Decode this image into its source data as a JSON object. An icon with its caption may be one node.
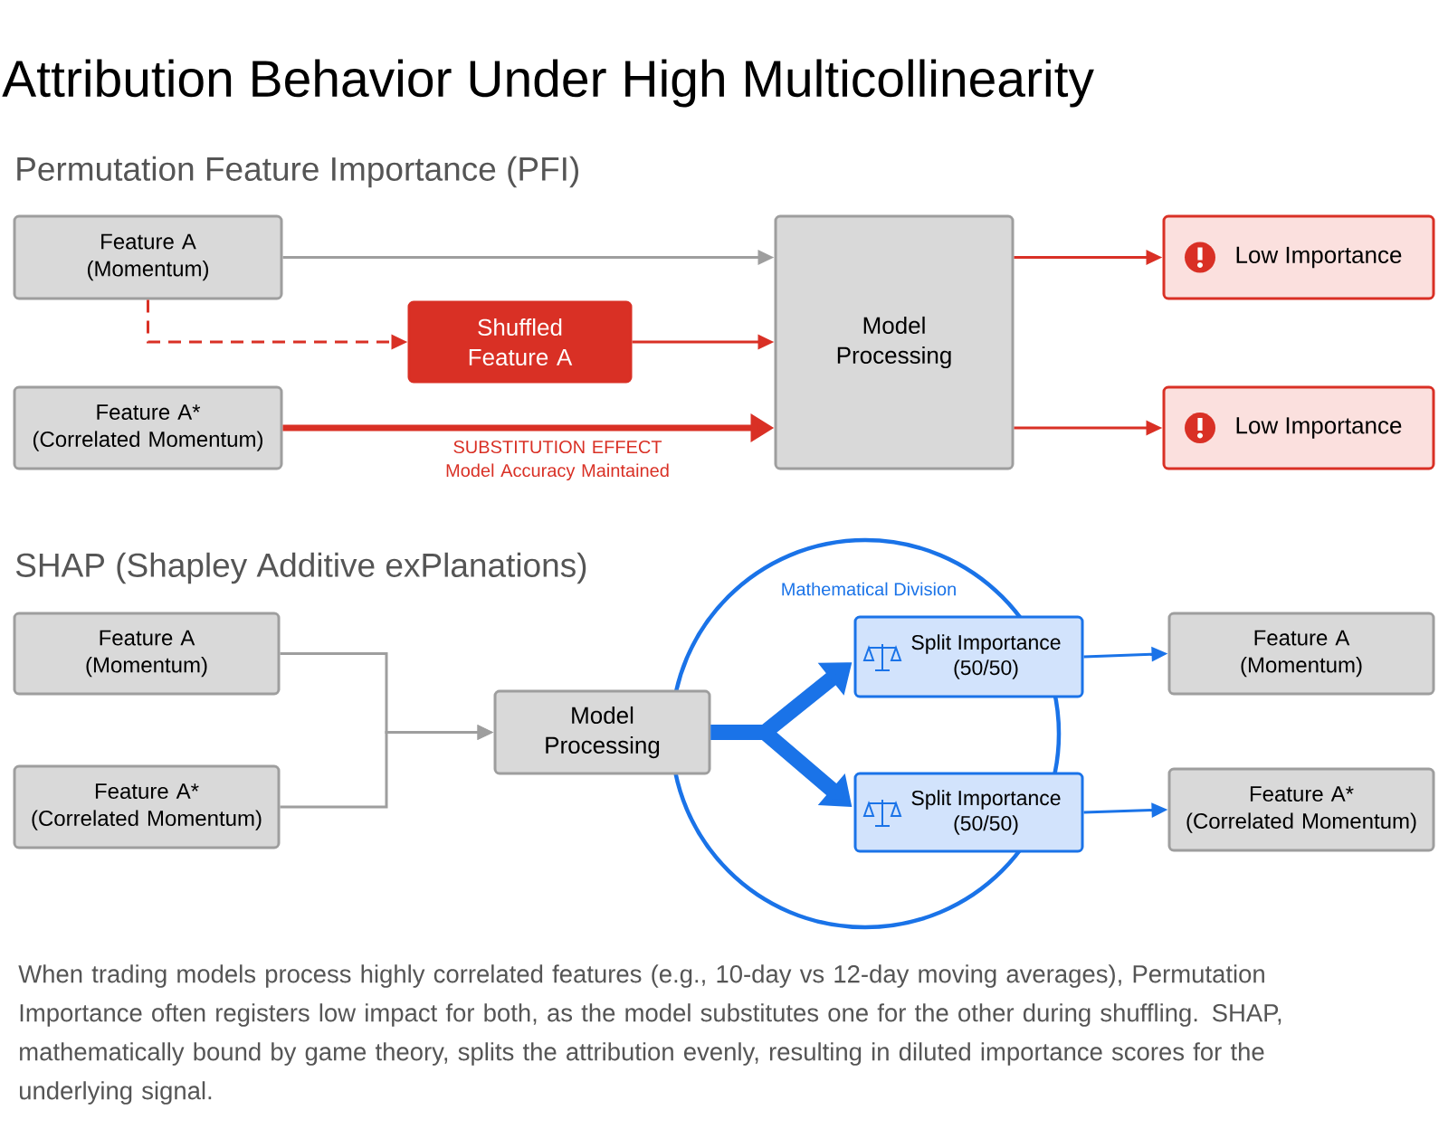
{
  "diagram": {
    "title": "Attribution Behavior Under High Multicollinearity",
    "caption": "When trading models process highly correlated features (e.g., 10-day vs 12-day moving averages), Permutation Importance often registers low impact for both, as the model substitutes one for the other during shuffling. SHAP, mathematically bound by game theory, splits the attribution evenly, resulting in diluted importance scores for the underlying signal.",
    "nodes": [
      {
        "text": [
          "Feature A",
          "(Momentum)"
        ]
      },
      {
        "text": [
          "Shuffled Feature A"
        ]
      },
      {
        "text": [
          "Feature A*",
          "(Correlated Momentum)"
        ]
      },
      {
        "text": [
          "Model Processing"
        ]
      },
      {
        "text": [
          "Low Importance"
        ]
      },
      {
        "text": [
          "Low Importance"
        ]
      },
      {
        "text": [
          "Feature A",
          "(Momentum)"
        ]
      },
      {
        "text": [
          "Feature A*",
          "(Correlated Momentum)"
        ]
      },
      {
        "text": [
          "Model Processing"
        ]
      },
      {
        "text": [
          "Split Importance (50/50)"
        ]
      },
      {
        "text": [
          "Split Importance (50/50)"
        ]
      },
      {
        "text": [
          "Feature A",
          "(Momentum)"
        ]
      },
      {
        "text": [
          "Feature A*",
          "(Correlated Momentum)"
        ]
      }
    ],
    "edges": [
      {
        "from": 0,
        "to": 3,
        "arrow": "to",
        "color": "#9e9e9e"
      },
      {
        "from": 0,
        "to": 1,
        "arrow": "to",
        "style": "dashed",
        "color": "#d93025"
      },
      {
        "from": 1,
        "to": 3,
        "arrow": "to",
        "color": "#d93025"
      },
      {
        "from": 2,
        "to": 3,
        "arrow": "to",
        "style": "thick",
        "color": "#d93025",
        "label": "SUBSTITUTION EFFECT Model Accuracy Maintained"
      },
      {
        "from": 3,
        "to": 4,
        "arrow": "to",
        "color": "#d93025"
      },
      {
        "from": 3,
        "to": 5,
        "arrow": "to",
        "color": "#d93025"
      },
      {
        "from": 6,
        "to": 8,
        "arrow": "to",
        "color": "#9e9e9e"
      },
      {
        "from": 7,
        "to": 8,
        "arrow": "to",
        "color": "#9e9e9e"
      },
      {
        "from": 8,
        "to": 9,
        "arrow": "to",
        "style": "thick",
        "color": "#1a73e8"
      },
      {
        "from": 8,
        "to": 10,
        "arrow": "to",
        "style": "thick",
        "color": "#1a73e8"
      },
      {
        "from": 9,
        "to": 11,
        "arrow": "to",
        "color": "#1a73e8"
      },
      {
        "from": 10,
        "to": 12,
        "arrow": "to",
        "color": "#1a73e8"
      }
    ],
    "labels": [
      "Permutation Feature Importance (PFI)",
      "SHAP (Shapley Additive exPlanations)",
      "Mathematical Division"
    ]
  }
}
